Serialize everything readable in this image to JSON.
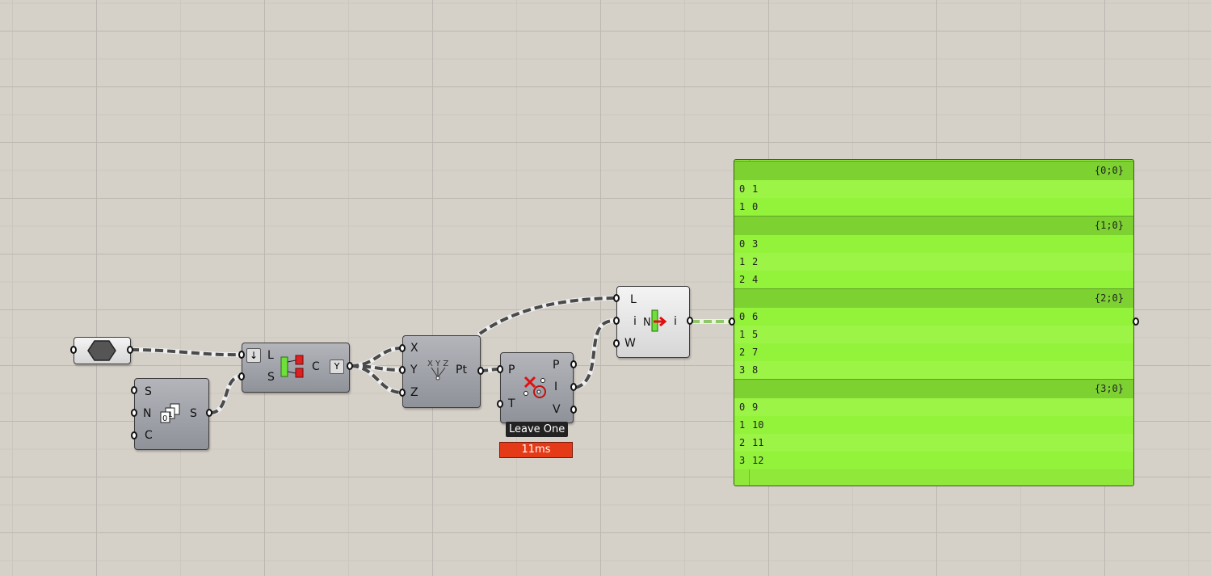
{
  "components": {
    "hexagon": {
      "icon": "hexagon-icon"
    },
    "series": {
      "inputs": [
        "S",
        "N",
        "C"
      ],
      "outputs": [
        "S"
      ],
      "icon": "series-icon"
    },
    "dispatch": {
      "inputs": [
        "L",
        "S"
      ],
      "outputs": [
        "C"
      ],
      "icon": "dispatch-icon"
    },
    "construct_point": {
      "inputs": [
        "X",
        "Y",
        "Z"
      ],
      "outputs": [
        "Pt"
      ],
      "icon": "xyz-icon"
    },
    "leave_one": {
      "inputs": [
        "P",
        "T"
      ],
      "outputs": [
        "P",
        "I",
        "V"
      ],
      "tooltip": "Leave One",
      "timer": "11ms",
      "icon": "leave-one-icon"
    },
    "list_item": {
      "inputs": [
        "L",
        "i",
        "W"
      ],
      "outputs": [
        "i"
      ],
      "icon": "list-item-icon"
    }
  },
  "panel": {
    "branches": [
      {
        "path": "{0;0}",
        "items": [
          [
            "0",
            "1"
          ],
          [
            "1",
            "0"
          ]
        ]
      },
      {
        "path": "{1;0}",
        "items": [
          [
            "0",
            "3"
          ],
          [
            "1",
            "2"
          ],
          [
            "2",
            "4"
          ]
        ]
      },
      {
        "path": "{2;0}",
        "items": [
          [
            "0",
            "6"
          ],
          [
            "1",
            "5"
          ],
          [
            "2",
            "7"
          ],
          [
            "3",
            "8"
          ]
        ]
      },
      {
        "path": "{3;0}",
        "items": [
          [
            "0",
            "9"
          ],
          [
            "1",
            "10"
          ],
          [
            "2",
            "11"
          ],
          [
            "3",
            "12"
          ]
        ]
      }
    ]
  },
  "colors": {
    "panel_bg": "#93f23a",
    "timer_bg": "#e53a17",
    "wire": "#4a4a4a"
  }
}
